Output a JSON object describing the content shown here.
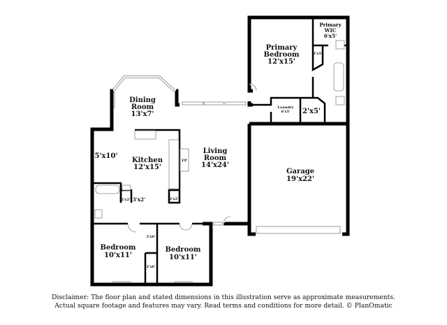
{
  "rooms": {
    "primary_wic": {
      "name": "Primary WIC",
      "name_line1": "Primary",
      "name_line2": "WIC",
      "size": "6'x5'"
    },
    "primary_bedroom": {
      "name_line1": "Primary",
      "name_line2": "Bedroom",
      "size": "12'x15'"
    },
    "dining_room": {
      "name": "Dining",
      "name_line2": "Room",
      "size": "13'x7'"
    },
    "laundry": {
      "name": "Laundry",
      "size": "6'x5'"
    },
    "closet_2x5": {
      "size": "2'x5'"
    },
    "wic_closet": {
      "size": "2'x5'"
    },
    "nook": {
      "size": "5'x10'"
    },
    "kitchen": {
      "name": "Kitchen",
      "size": "12'x15'"
    },
    "fireplace": {
      "label": "FP"
    },
    "living_room": {
      "name": "Living",
      "name_line2": "Room",
      "size": "14'x24'"
    },
    "garage": {
      "name": "Garage",
      "size": "19'x22'"
    },
    "closet_a": {
      "size": "2'x2'"
    },
    "closet_b": {
      "size": "3'x2'"
    },
    "closet_c": {
      "size": "2'x2'"
    },
    "bedroom_1": {
      "name": "Bedroom",
      "size": "10'x11'"
    },
    "bedroom_2": {
      "name": "Bedroom",
      "size": "10'x11'"
    },
    "closet_d": {
      "size": "2'x6'"
    },
    "closet_e": {
      "size": "2'x6'"
    }
  },
  "disclaimer": {
    "line1": "Disclaimer: The floor plan and stated dimensions in this illustration serve as approximate measurements.",
    "line2": "Actual square footage and features may vary. Read terms and conditions for more detail. © PlanOmatic"
  }
}
